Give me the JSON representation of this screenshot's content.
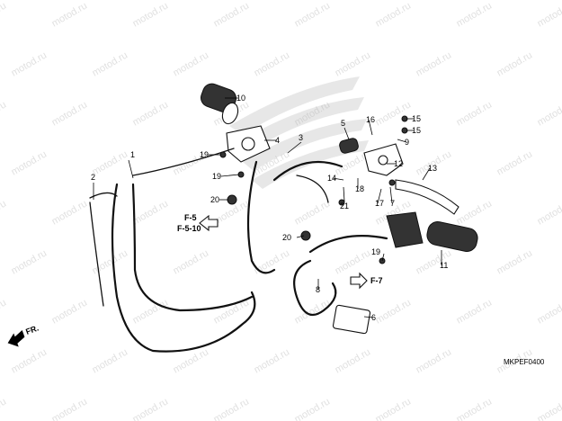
{
  "watermark_text": "motod.ru",
  "diagram_code": "MKPEF0400",
  "direction_label": "FR.",
  "section_refs": [
    "F-5",
    "F-5-10",
    "F-7"
  ],
  "callouts": [
    "1",
    "2",
    "3",
    "4",
    "5",
    "6",
    "7",
    "8",
    "9",
    "10",
    "11",
    "12",
    "13",
    "14",
    "15",
    "15",
    "16",
    "17",
    "18",
    "19",
    "19",
    "19",
    "20",
    "20",
    "21"
  ]
}
